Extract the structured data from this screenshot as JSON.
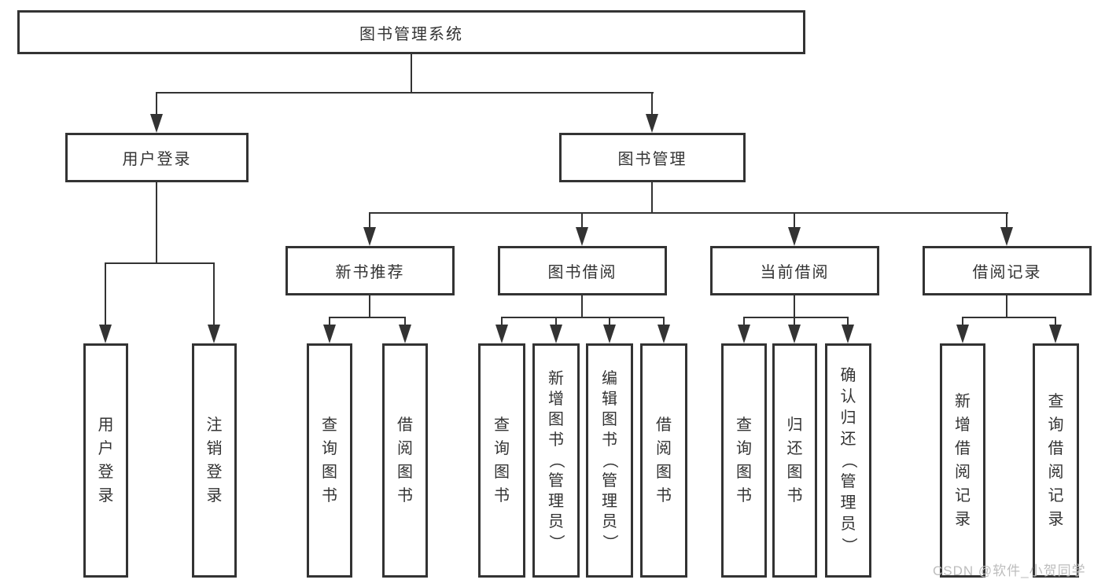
{
  "colors": {
    "line": "#333333",
    "text": "#333333",
    "box_bg": "#ffffff",
    "watermark": "#bdbdbd"
  },
  "nodes": {
    "root": {
      "label": "图书管理系统"
    },
    "user_login": {
      "label": "用户登录"
    },
    "book_management": {
      "label": "图书管理"
    },
    "new_book_recommend": {
      "label": "新书推荐"
    },
    "book_borrow": {
      "label": "图书借阅"
    },
    "current_borrow": {
      "label": "当前借阅"
    },
    "borrow_records": {
      "label": "借阅记录"
    },
    "leaf_user_login": {
      "label": "用户登录"
    },
    "leaf_logout": {
      "label": "注销登录"
    },
    "leaf_recommend_query_books": {
      "label": "查询图书"
    },
    "leaf_recommend_borrow_books": {
      "label": "借阅图书"
    },
    "leaf_borrow_query_books": {
      "label": "查询图书"
    },
    "leaf_borrow_add_books": {
      "label": "新增图书（管理员）"
    },
    "leaf_borrow_edit_books": {
      "label": "编辑图书（管理员）"
    },
    "leaf_borrow_borrow_books": {
      "label": "借阅图书"
    },
    "leaf_current_query_books": {
      "label": "查询图书"
    },
    "leaf_current_return_books": {
      "label": "归还图书"
    },
    "leaf_current_confirm_return": {
      "label": "确认归还（管理员）"
    },
    "leaf_records_add_record": {
      "label": "新增借阅记录"
    },
    "leaf_records_query_record": {
      "label": "查询借阅记录"
    }
  },
  "watermark": {
    "text": "CSDN @软件_小贺同学"
  }
}
